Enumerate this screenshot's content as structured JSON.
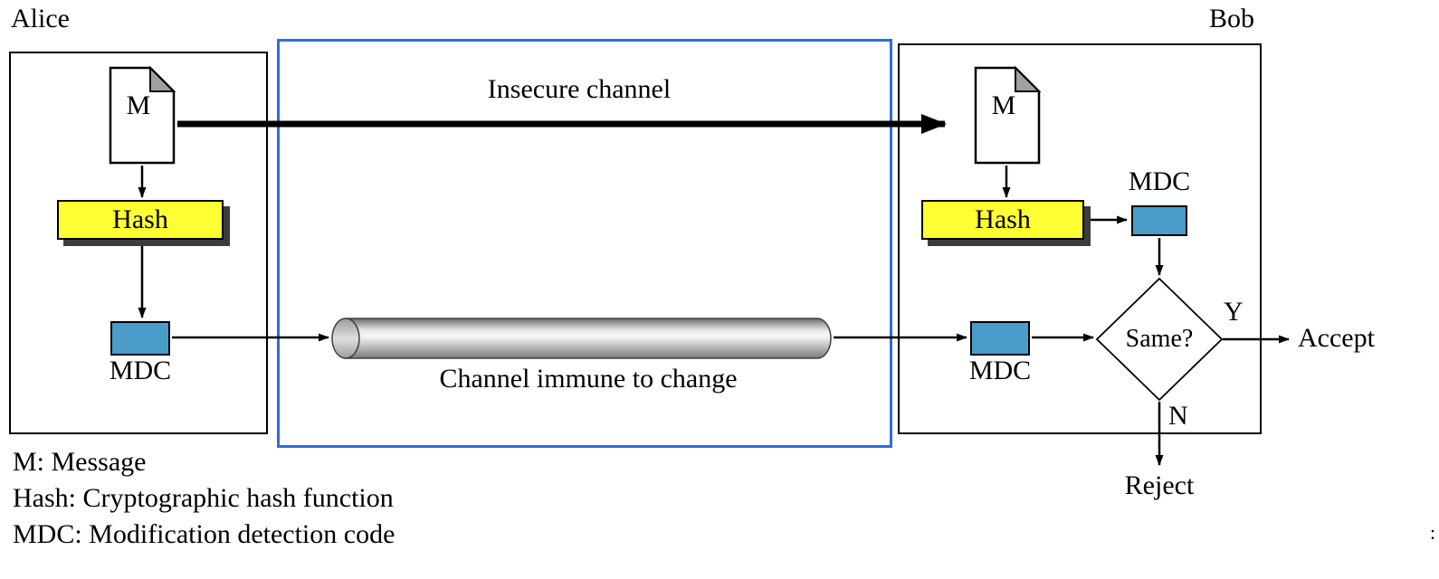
{
  "labels": {
    "alice": "Alice",
    "bob": "Bob",
    "message": "M",
    "hash": "Hash",
    "mdc": "MDC",
    "insecure_channel": "Insecure channel",
    "secure_channel": "Channel immune to change",
    "same": "Same?",
    "yes": "Y",
    "no": "N",
    "accept": "Accept",
    "reject": "Reject",
    "edge_mark": ":"
  },
  "legend": [
    "M: Message",
    "Hash: Cryptographic hash function",
    "MDC: Modification detection code"
  ],
  "colors": {
    "hash_fill": "#ffff33",
    "mdc_fill": "#4a9dc8",
    "channel_border": "#2e6be0",
    "hash_shadow": "#3c3c3c"
  }
}
